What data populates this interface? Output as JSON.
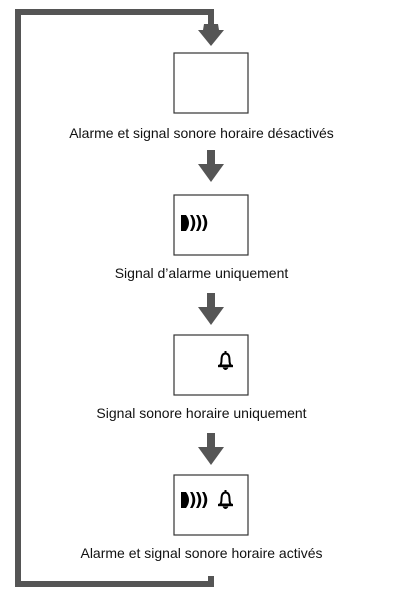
{
  "states": [
    {
      "caption": "Alarme et signal sonore horaire désactivés",
      "icons": []
    },
    {
      "caption": "Signal d’alarme uniquement",
      "icons": [
        "alarm-signal-icon"
      ]
    },
    {
      "caption": "Signal sonore horaire uniquement",
      "icons": [
        "hourly-chime-bell-icon"
      ]
    },
    {
      "caption": "Alarme et signal sonore horaire activés",
      "icons": [
        "alarm-signal-icon",
        "hourly-chime-bell-icon"
      ]
    }
  ],
  "colors": {
    "line": "#555555",
    "arrow": "#555555",
    "box_border": "#333333",
    "icon": "#000000"
  }
}
